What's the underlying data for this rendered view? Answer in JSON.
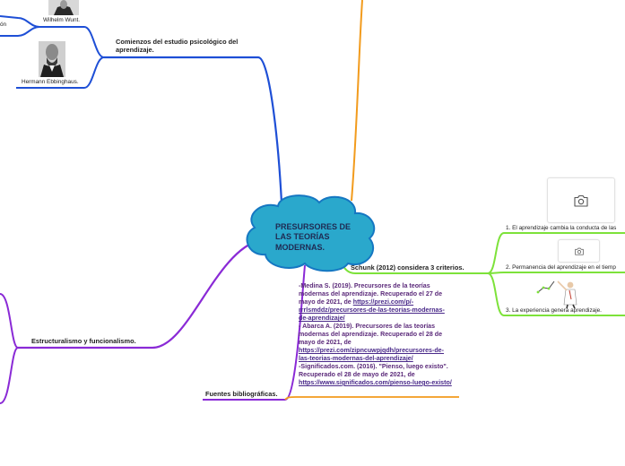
{
  "center": {
    "title": "PRESURSORES DE LAS TEORÍAS MODERNAS."
  },
  "branches": {
    "inicios": {
      "label": "Comienzos del estudio psicológico del aprendizaje."
    },
    "estructuralismo": {
      "label": "Estructuralismo y funcionalismo."
    },
    "fuentes": {
      "label": "Fuentes bibliográficas."
    },
    "schunk": {
      "label": "Schunk (2012) considera 3 criterios."
    }
  },
  "people": {
    "wundt": {
      "label": "Wilhelm Wunt."
    },
    "ebbinghaus": {
      "label": "Hermann Ebbinghaus."
    },
    "left_fragment": "ón"
  },
  "criterios": {
    "c1": "1. El aprendizaje cambia la conducta de las",
    "c2": "2. Permanencia del aprendizaje en el tiemp",
    "c3": "3. La experiencia genera aprendizaje."
  },
  "references": {
    "r1_text": "-Medina S. (2019). Precursores de la teorías modernas del aprendizaje. Recuperado el 27 de mayo de 2021, de ",
    "r1_link": "https://prezi.com/p/-rrrlsmddz/precursores-de-las-teorias-modernas-de-aprendizaje/",
    "r2_text": "- Abarca A. (2019). Precursores de las teorías modernas del aprendizaje. Recuperado el 28 de mayo de 2021, de ",
    "r2_link": "https://prezi.com/zipncuwpjqdh/precursores-de-las-teorias-modernas-del-aprendizaje/",
    "r3_text": "-Significados.com. (2016). \"Pienso, luego existo\". Recuperado el 28 de mayo de 2021, de ",
    "r3_link": "https://www.significados.com/pienso-luego-existo/"
  },
  "colors": {
    "blue": "#1e4fd6",
    "purple": "#8a2ad6",
    "orange": "#f29b1d",
    "green": "#7de23a",
    "cloud_fill": "#2aa8cc",
    "cloud_stroke": "#1577c2"
  }
}
